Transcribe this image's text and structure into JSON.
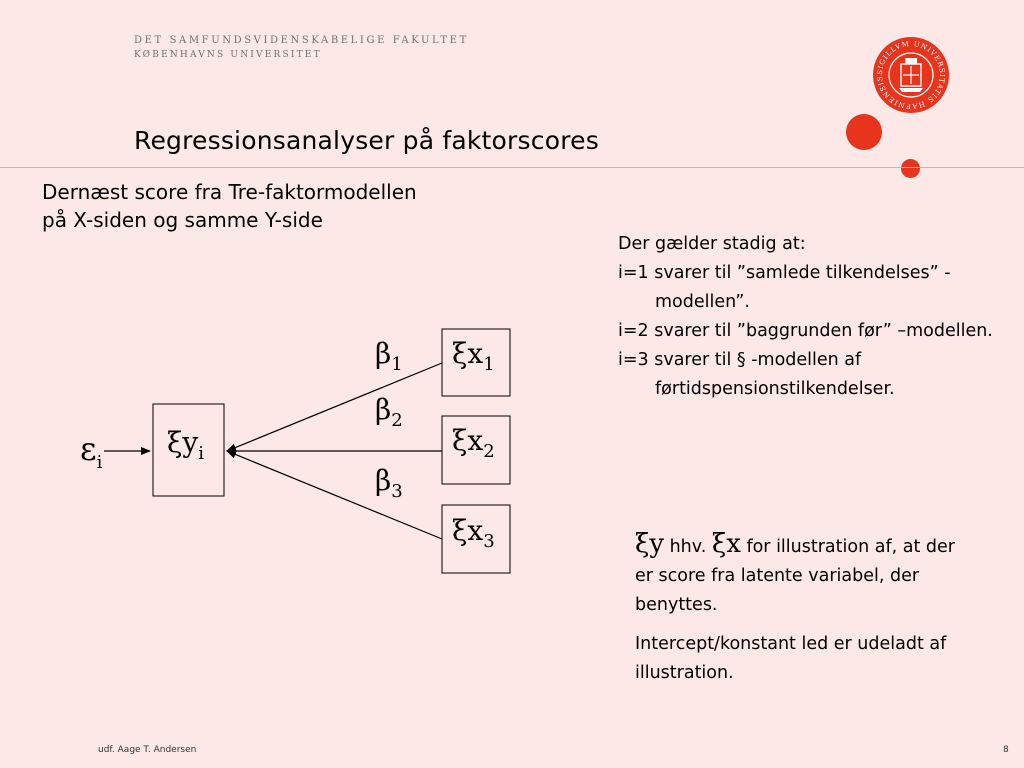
{
  "header": {
    "line1": "DET SAMFUNDSVIDENSKABELIGE FAKULTET",
    "line2": "KØBENHAVNS UNIVERSITET"
  },
  "seal": {
    "text": "SIGILLVM UNIVERSITATIS HAFNIENSIS"
  },
  "colors": {
    "background": "#fce8e6",
    "accent": "#e8341c",
    "rule": "#e8a79c"
  },
  "title": "Regressionsanalyser på faktorscores",
  "subtitle": {
    "line1": "Dernæst score fra Tre-faktormodellen",
    "line2": "på X-siden og samme Y-side"
  },
  "diagram": {
    "epsilon": "ε",
    "epsilon_sub": "i",
    "y_box": "ξy",
    "y_sub": "i",
    "x_boxes": [
      {
        "label": "ξx",
        "sub": "1"
      },
      {
        "label": "ξx",
        "sub": "2"
      },
      {
        "label": "ξx",
        "sub": "3"
      }
    ],
    "betas": [
      {
        "label": "β",
        "sub": "1"
      },
      {
        "label": "β",
        "sub": "2"
      },
      {
        "label": "β",
        "sub": "3"
      }
    ]
  },
  "notes": {
    "intro": "Der gælder stadig at:",
    "i1": "i=1 svarer til ”samlede tilkendelses” -modellen”.",
    "i2": "i=2 svarer til ”baggrunden før” –modellen.",
    "i3": "i=3 svarer til § -modellen af førtidspensionstilkendelser."
  },
  "notes2": {
    "xi_y": "ξy",
    "hhv": " hhv. ",
    "xi_x": "ξx",
    "rest": " for illustration af, at der er score fra latente variabel, der benyttes.",
    "intercept": "Intercept/konstant led er udeladt af illustration."
  },
  "footer": {
    "author": "udf. Aage T. Andersen",
    "page": "8"
  }
}
